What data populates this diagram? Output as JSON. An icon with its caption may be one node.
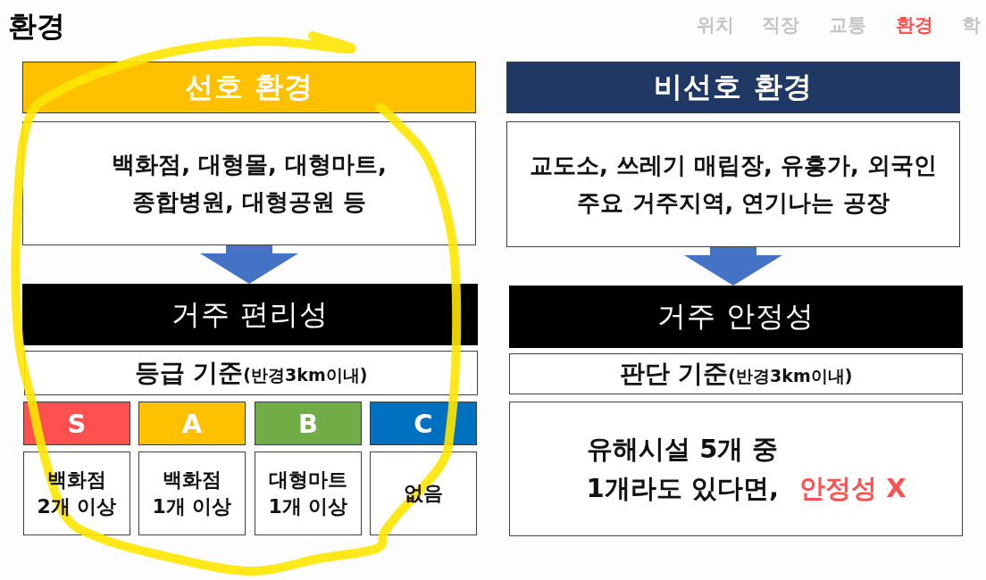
{
  "diagram": {
    "title": "환경",
    "nodes": [
      {
        "text": [
          "선호 환경"
        ]
      },
      {
        "text": [
          "비선호 환경"
        ]
      },
      {
        "text": [
          "백화점, 대형몰, 대형마트, 종합병원, 대형공원 등"
        ]
      },
      {
        "text": [
          "교도소, 쓰레기 매립장, 유흥가, 외국인 주요 거주지역, 연기나는 공장"
        ]
      },
      {
        "text": [
          "거주 편리성"
        ]
      },
      {
        "text": [
          "거주 안정성"
        ]
      },
      {
        "text": [
          "등급 기준",
          "(반경3km이내)"
        ]
      },
      {
        "text": [
          "판단 기준",
          "(반경3km이내)"
        ]
      },
      {
        "text": [
          "S"
        ]
      },
      {
        "text": [
          "A"
        ]
      },
      {
        "text": [
          "B"
        ]
      },
      {
        "text": [
          "C"
        ]
      },
      {
        "text": [
          "유해시설 5개 중 1개라도 있다면,",
          "안정성 X"
        ]
      },
      {
        "text": [
          "백화점 2개 이상"
        ]
      },
      {
        "text": [
          "백화점 1개 이상"
        ]
      },
      {
        "text": [
          "대형마트 1개 이상"
        ]
      },
      {
        "text": [
          "없음"
        ]
      }
    ],
    "edges": [
      {
        "from": 2,
        "to": 4,
        "arrow": "to"
      },
      {
        "from": 3,
        "to": 5,
        "arrow": "to"
      }
    ],
    "labels": [
      "위치",
      "직장",
      "교통",
      "환경",
      "학"
    ]
  }
}
